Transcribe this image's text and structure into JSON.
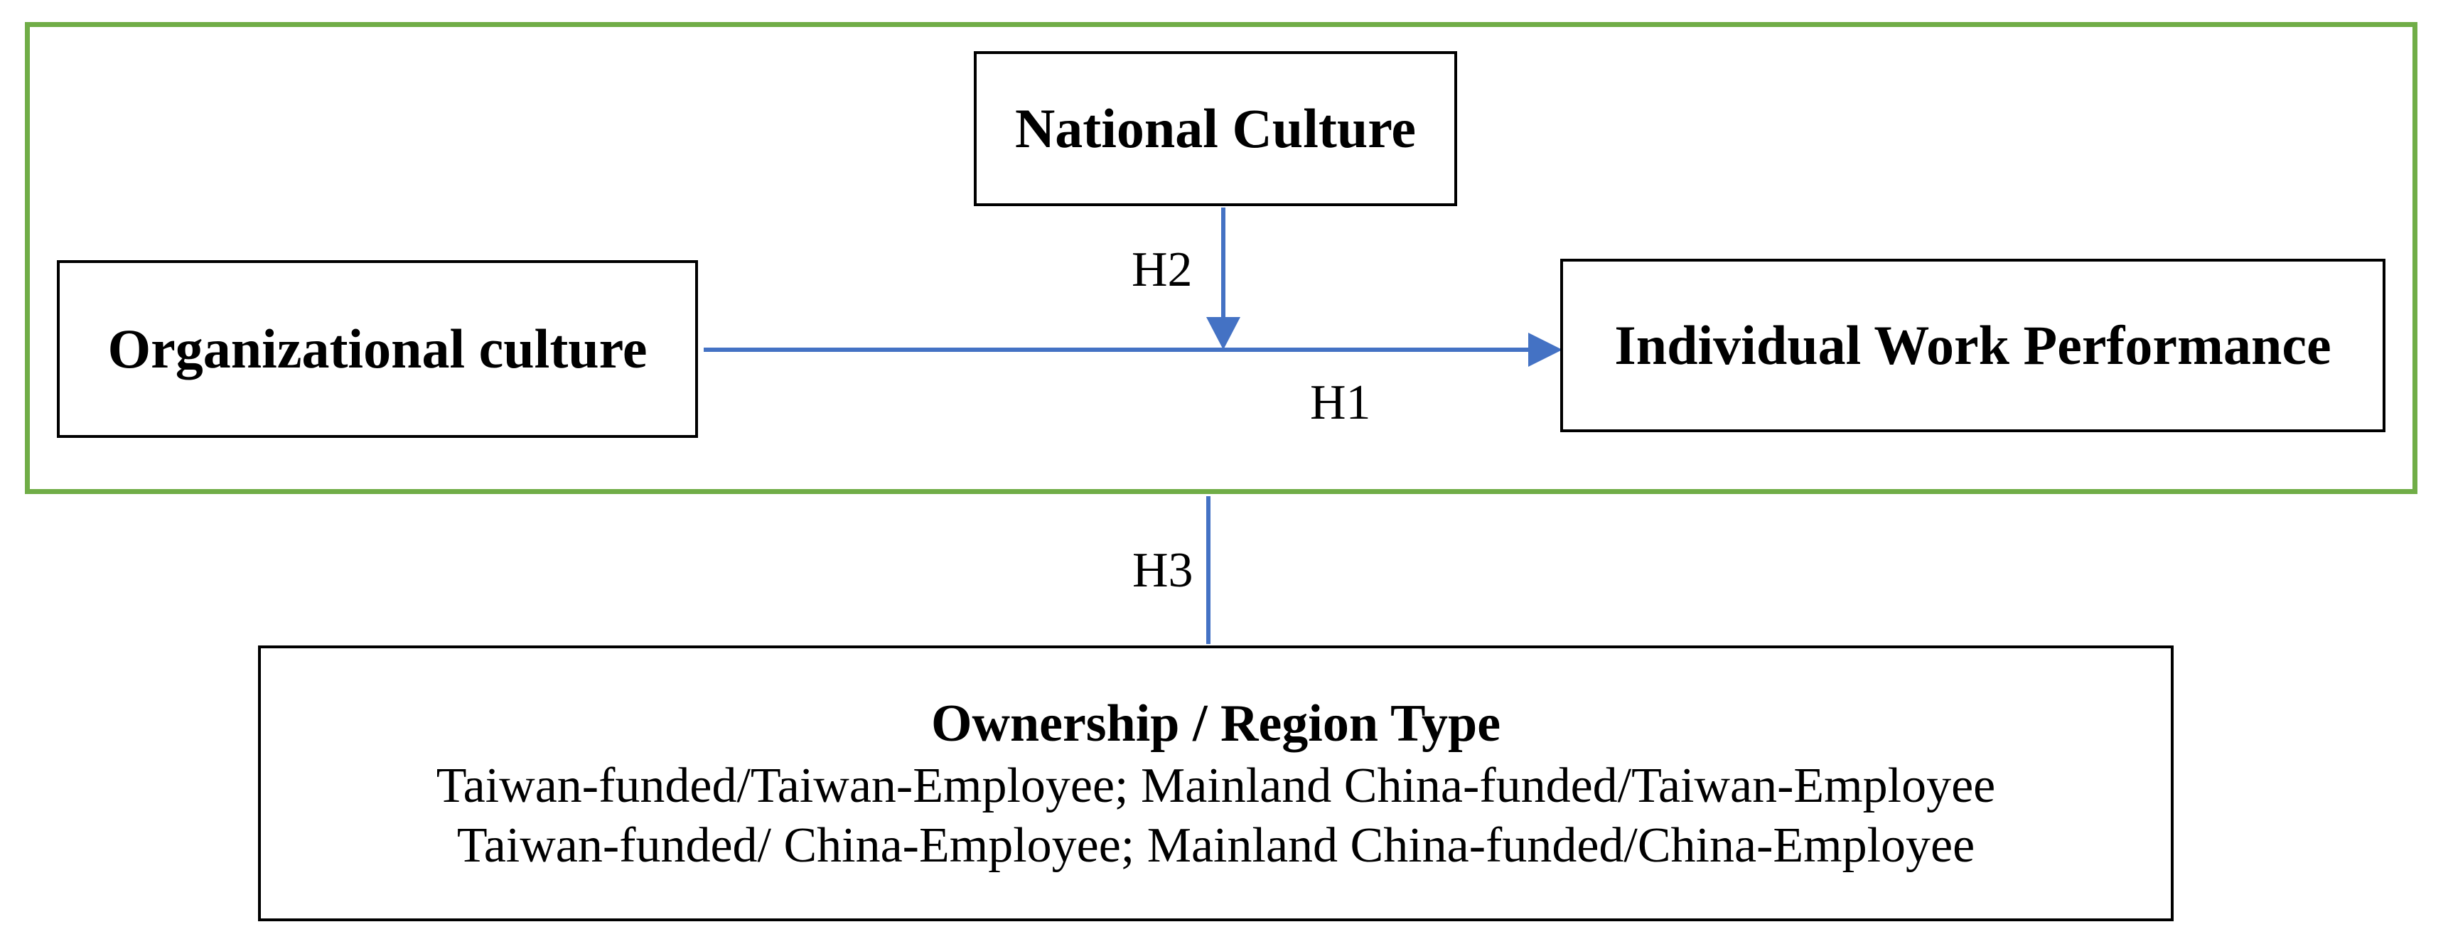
{
  "diagram": {
    "national_culture": "National Culture",
    "organizational_culture": "Organizational culture",
    "individual_work_performance": "Individual Work Performance",
    "ownership": {
      "title": "Ownership / Region Type",
      "line1": "Taiwan-funded/Taiwan-Employee; Mainland China-funded/Taiwan-Employee",
      "line2": "Taiwan-funded/ China-Employee; Mainland China-funded/China-Employee"
    },
    "hypotheses": {
      "h1": "H1",
      "h2": "H2",
      "h3": "H3"
    }
  },
  "colors": {
    "frame": "#70ad47",
    "arrow": "#4472c4",
    "box_border": "#000000"
  }
}
